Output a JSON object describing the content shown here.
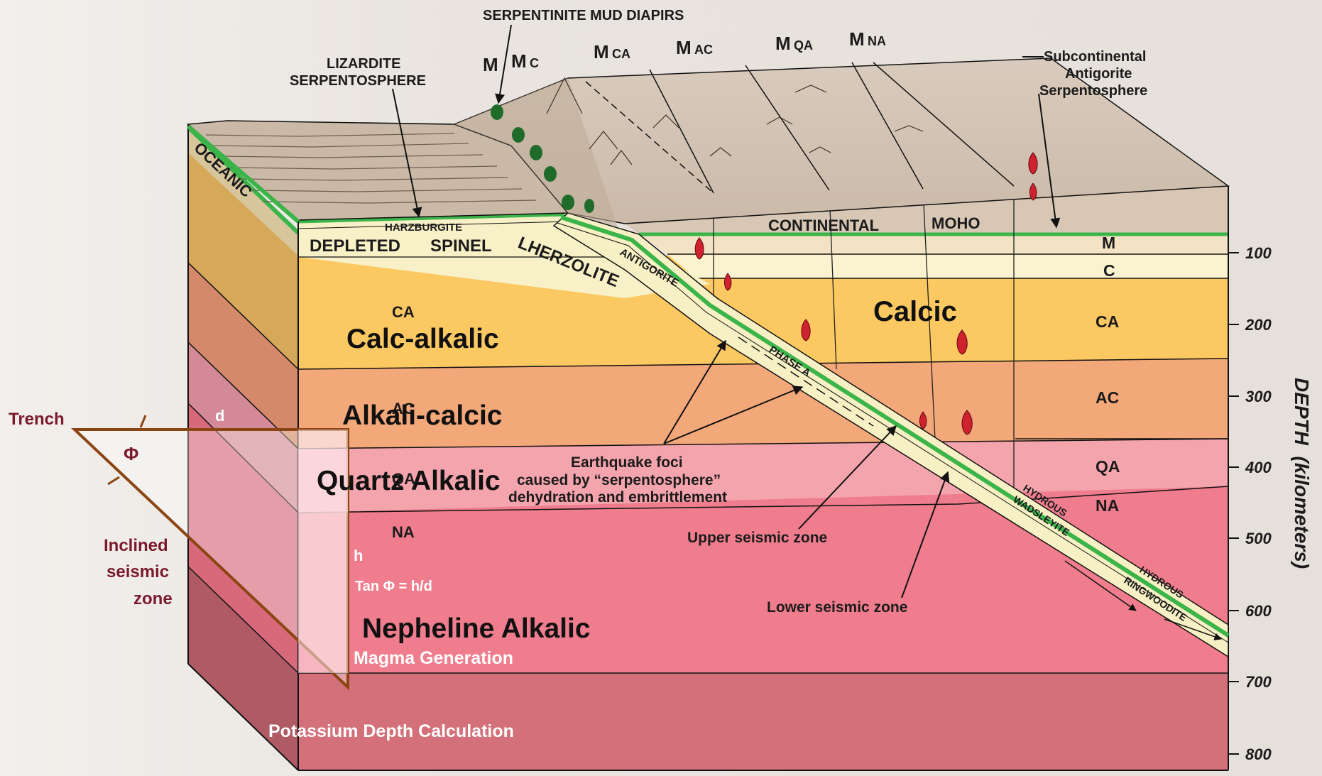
{
  "top_labels": {
    "mud_diapirs": "SERPENTINITE MUD DIAPIRS",
    "lizardite_1": "LIZARDITE",
    "lizardite_2": "SERPENTOSPHERE",
    "m": "M",
    "mc_main": "M",
    "mc_sub": "C",
    "mca_main": "M",
    "mca_sub": "CA",
    "mac_main": "M",
    "mac_sub": "AC",
    "mqa_main": "M",
    "mqa_sub": "QA",
    "mna_main": "M",
    "mna_sub": "NA",
    "subcont_1": "Subcontinental",
    "subcont_2": "Antigorite",
    "subcont_3": "Serpentosphere"
  },
  "slab_labels": {
    "oceanic": "OCEANIC",
    "harzburgite": "HARZBURGITE",
    "depleted": "DEPLETED",
    "spinel": "SPINEL",
    "lherzolite": "LHERZOLITE",
    "antigorite": "ANTIGORITE",
    "phase_a": "PHASE A",
    "hydrous_w_1": "HYDROUS",
    "hydrous_w_2": "WADSLEYITE",
    "hydrous_r_1": "HYDROUS",
    "hydrous_r_2": "RINGWOODITE",
    "continental": "CONTINENTAL",
    "moho": "MOHO"
  },
  "zone_labels": {
    "ca": "CA",
    "calc_alkalic": "Calc-alkalic",
    "ac": "AC",
    "alkali_calcic": "Alkali-calcic",
    "qa": "QA",
    "quartz_alkalic": "Quartz Alkalic",
    "na": "NA",
    "nepheline_alkalic": "Nepheline Alkalic",
    "magma_generation": "Magma Generation",
    "potassium": "Potassium Depth Calculation",
    "calcic": "Calcic"
  },
  "right_labels": [
    "M",
    "C",
    "CA",
    "AC",
    "QA",
    "NA"
  ],
  "annotations": {
    "eq_1": "Earthquake foci",
    "eq_2": "caused by “serpentosphere”",
    "eq_3": "dehydration and embrittlement",
    "upper_seismic": "Upper seismic zone",
    "lower_seismic": "Lower seismic zone"
  },
  "trench_diagram": {
    "trench": "Trench",
    "phi": "Φ",
    "d": "d",
    "h": "h",
    "formula": "Tan Φ = h/d",
    "inclined_1": "Inclined",
    "inclined_2": "seismic",
    "inclined_3": "zone"
  },
  "depth_axis": {
    "title": "DEPTH  (kilometers)",
    "ticks": [
      "100",
      "200",
      "300",
      "400",
      "500",
      "600",
      "700",
      "800"
    ]
  },
  "colors": {
    "ca_zone": "#fbc862",
    "ac_zone": "#f3a87a",
    "qa_zone": "#f4a4ac",
    "na_zone": "#ef7d8d",
    "bottom_zone": "#d3707a",
    "crust": "#d6c8bb",
    "slab": "#f7f0c4",
    "green_layer": "#3bb54a",
    "trench_line": "#8b4513"
  }
}
